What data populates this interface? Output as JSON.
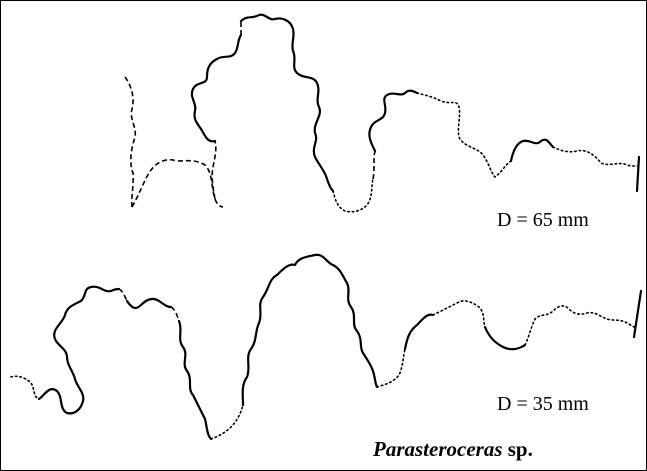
{
  "labels": {
    "top_suture": "D = 65 mm",
    "bottom_suture": "D = 35 mm"
  },
  "caption": {
    "genus": "Parasteroceras",
    "suffix": " sp."
  }
}
